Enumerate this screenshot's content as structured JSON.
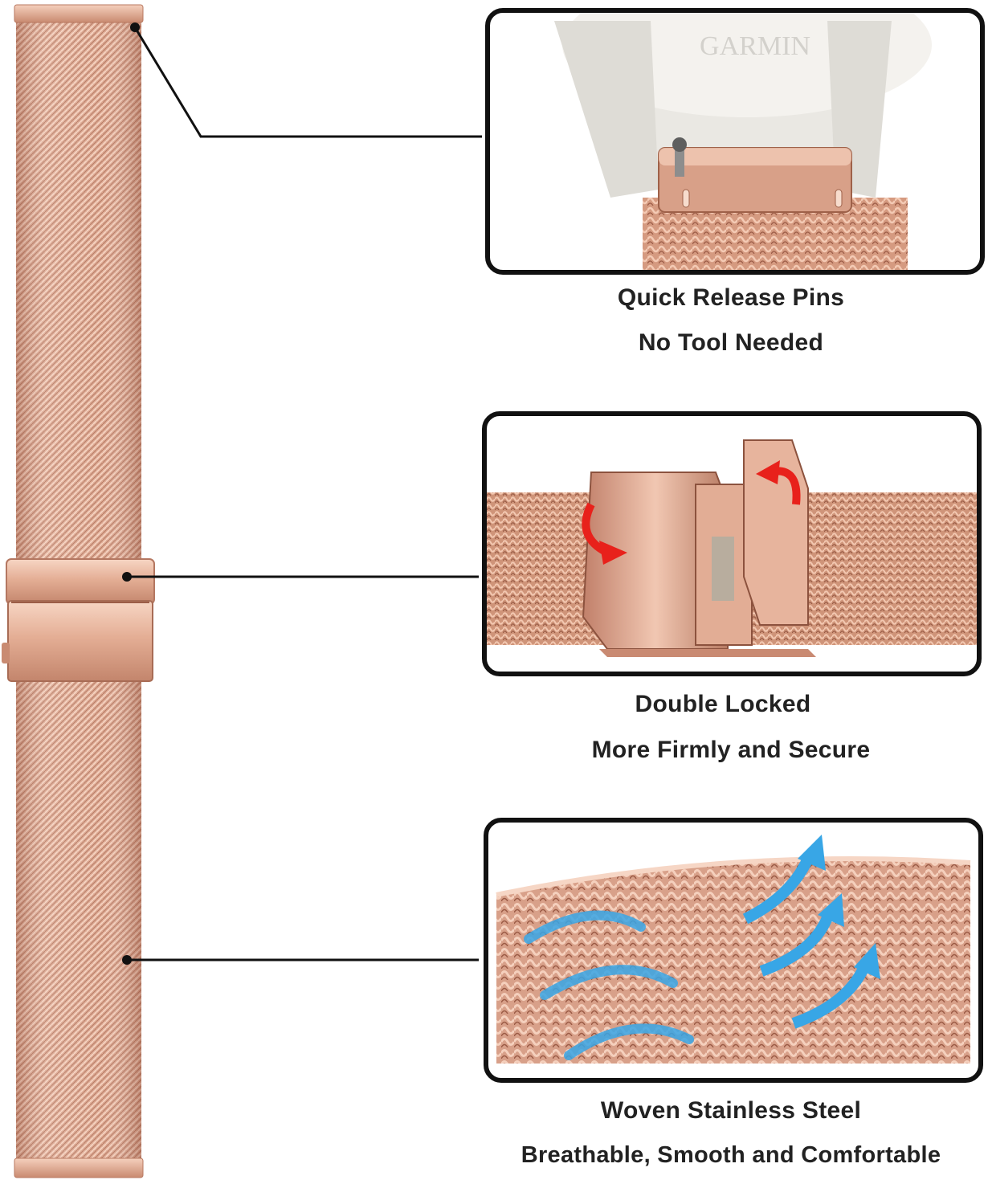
{
  "colors": {
    "rose_gold_light": "#f4cbb6",
    "rose_gold": "#d99a82",
    "rose_gold_dark": "#9a5a45",
    "callout_line": "#111111",
    "panel_border": "#111111",
    "arrow_red": "#e8211b",
    "airflow_blue": "#38a6e6",
    "caption_text": "#222222"
  },
  "strap": {
    "name": "Milanese mesh watch strap"
  },
  "callouts": [
    {
      "panel_image": "watch-case-quick-release-closeup",
      "watermark": "GARMIN",
      "caption_line1": "Quick Release Pins",
      "caption_line2": "No Tool Needed"
    },
    {
      "panel_image": "double-lock-clasp-closeup",
      "caption_line1": "Double Locked",
      "caption_line2": "More Firmly and Secure"
    },
    {
      "panel_image": "woven-mesh-airflow-closeup",
      "caption_line1": "Woven Stainless Steel",
      "caption_line2": "Breathable, Smooth and Comfortable"
    }
  ]
}
